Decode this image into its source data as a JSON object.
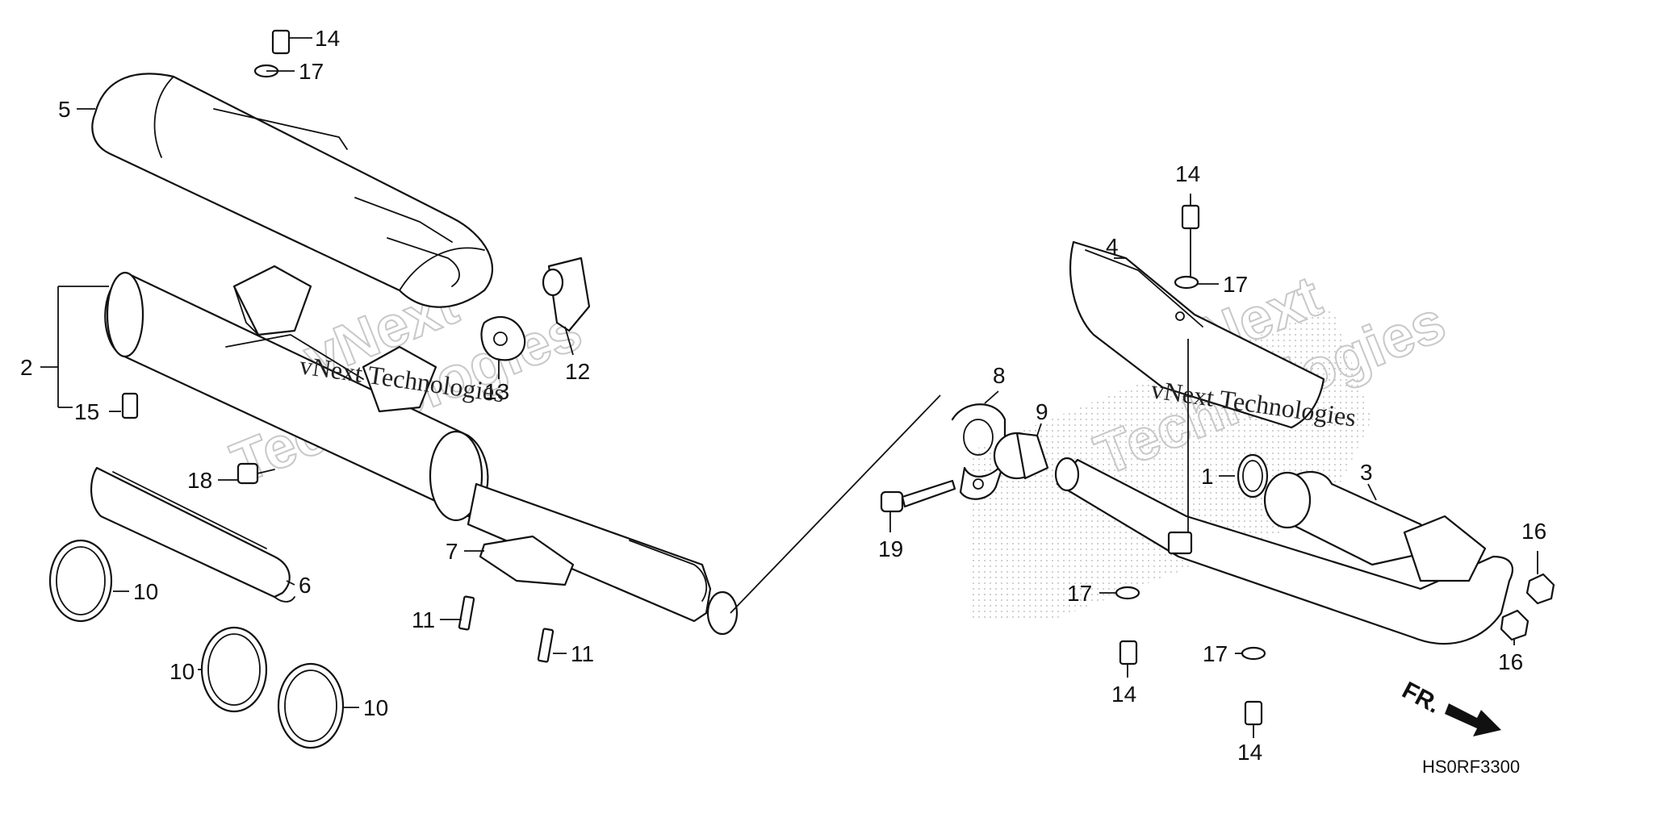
{
  "diagram": {
    "callouts": {
      "c1": "1",
      "c2": "2",
      "c3": "3",
      "c4": "4",
      "c5": "5",
      "c6": "6",
      "c7": "7",
      "c8": "8",
      "c9": "9",
      "c10a": "10",
      "c10b": "10",
      "c10c": "10",
      "c11a": "11",
      "c11b": "11",
      "c12": "12",
      "c13": "13",
      "c14a": "14",
      "c14b": "14",
      "c14c": "14",
      "c14d": "14",
      "c15": "15",
      "c16a": "16",
      "c16b": "16",
      "c17a": "17",
      "c17b": "17",
      "c17c": "17",
      "c17d": "17",
      "c18": "18",
      "c19": "19"
    },
    "watermark": {
      "line1": "vNext Technologies",
      "line2": "vNext",
      "line3": "Technologies"
    },
    "front_label": "FR.",
    "figure_code": "HS0RF3300"
  }
}
